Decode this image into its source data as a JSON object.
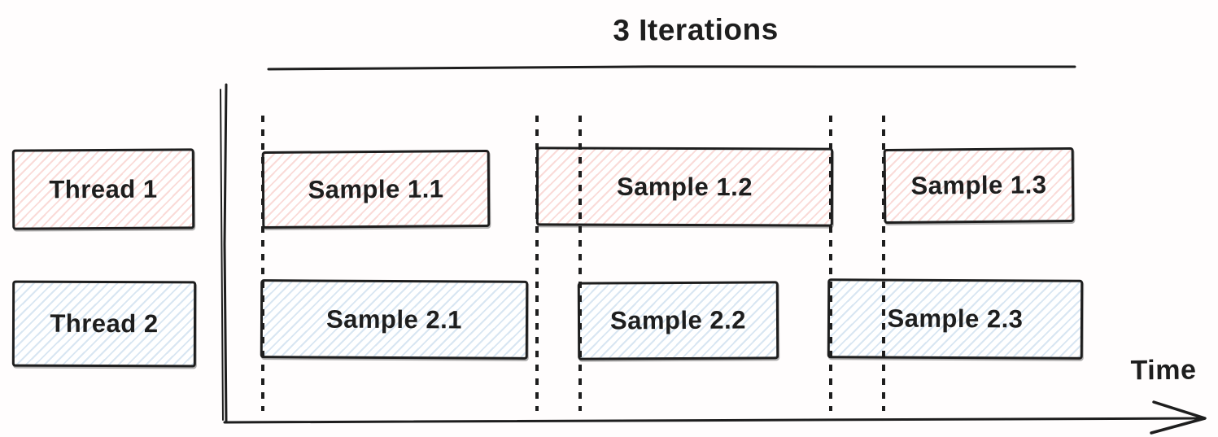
{
  "diagram": {
    "title": "3 Iterations",
    "time_axis_label": "Time"
  },
  "threads": [
    {
      "label": "Thread 1",
      "color_name": "pink"
    },
    {
      "label": "Thread 2",
      "color_name": "blue"
    }
  ],
  "iterations": [
    {
      "index": 1,
      "thread1_sample": "Sample 1.1",
      "thread2_sample": "Sample 2.1"
    },
    {
      "index": 2,
      "thread1_sample": "Sample 1.2",
      "thread2_sample": "Sample 2.2"
    },
    {
      "index": 3,
      "thread1_sample": "Sample 1.3",
      "thread2_sample": "Sample 2.3"
    }
  ],
  "colors": {
    "ink": "#1e1e1e",
    "thread1_hatch": "rgba(230,90,80,0.22)",
    "thread2_hatch": "rgba(80,140,195,0.22)",
    "background": "#fffdfd"
  }
}
